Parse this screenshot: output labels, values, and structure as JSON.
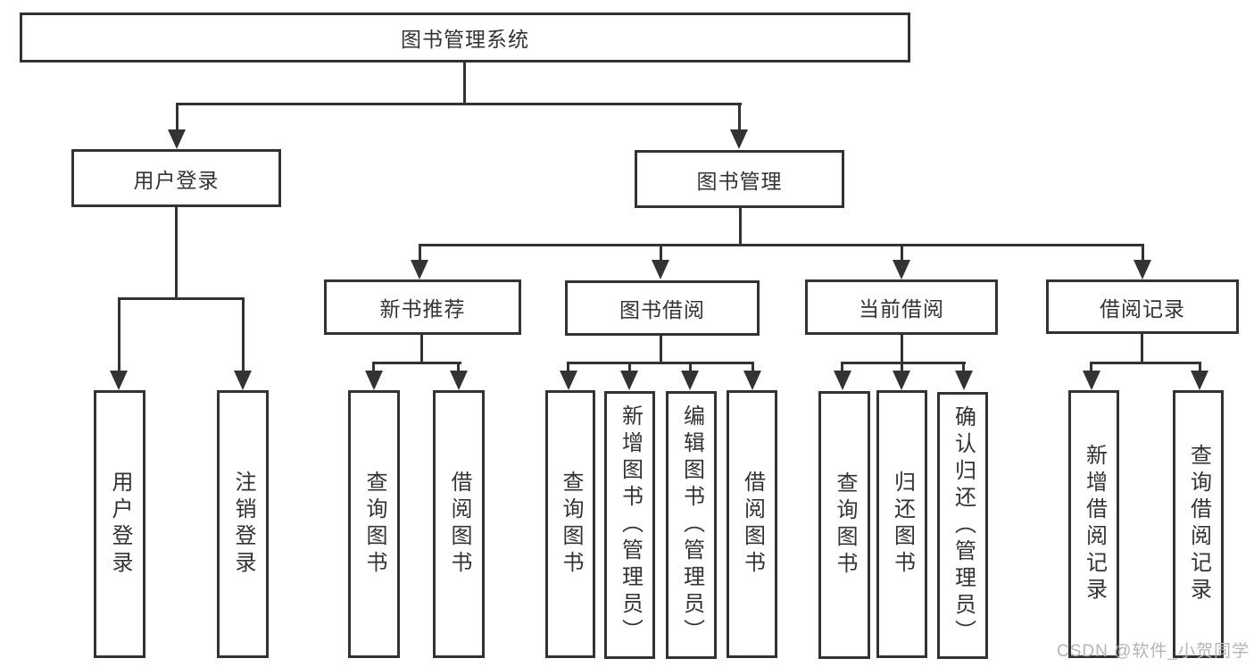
{
  "diagram": {
    "type": "hierarchy-tree",
    "root": {
      "label": "图书管理系统"
    },
    "branches": [
      {
        "label": "用户登录",
        "children": [
          {
            "label": "用户登录"
          },
          {
            "label": "注销登录"
          }
        ]
      },
      {
        "label": "图书管理",
        "children": [
          {
            "label": "新书推荐",
            "children": [
              {
                "label": "查询图书"
              },
              {
                "label": "借阅图书"
              }
            ]
          },
          {
            "label": "图书借阅",
            "children": [
              {
                "label": "查询图书"
              },
              {
                "label": "新增图书（管理员）"
              },
              {
                "label": "编辑图书（管理员）"
              },
              {
                "label": "借阅图书"
              }
            ]
          },
          {
            "label": "当前借阅",
            "children": [
              {
                "label": "查询图书"
              },
              {
                "label": "归还图书"
              },
              {
                "label": "确认归还（管理员）"
              }
            ]
          },
          {
            "label": "借阅记录",
            "children": [
              {
                "label": "新增借阅记录"
              },
              {
                "label": "查询借阅记录"
              }
            ]
          }
        ]
      }
    ]
  },
  "watermark": {
    "text": "CSDN @软件_小贺同学",
    "color": "#b5b5b5"
  },
  "colors": {
    "line": "#333333",
    "box_border": "#333333",
    "text": "#333333",
    "background": "#ffffff"
  }
}
